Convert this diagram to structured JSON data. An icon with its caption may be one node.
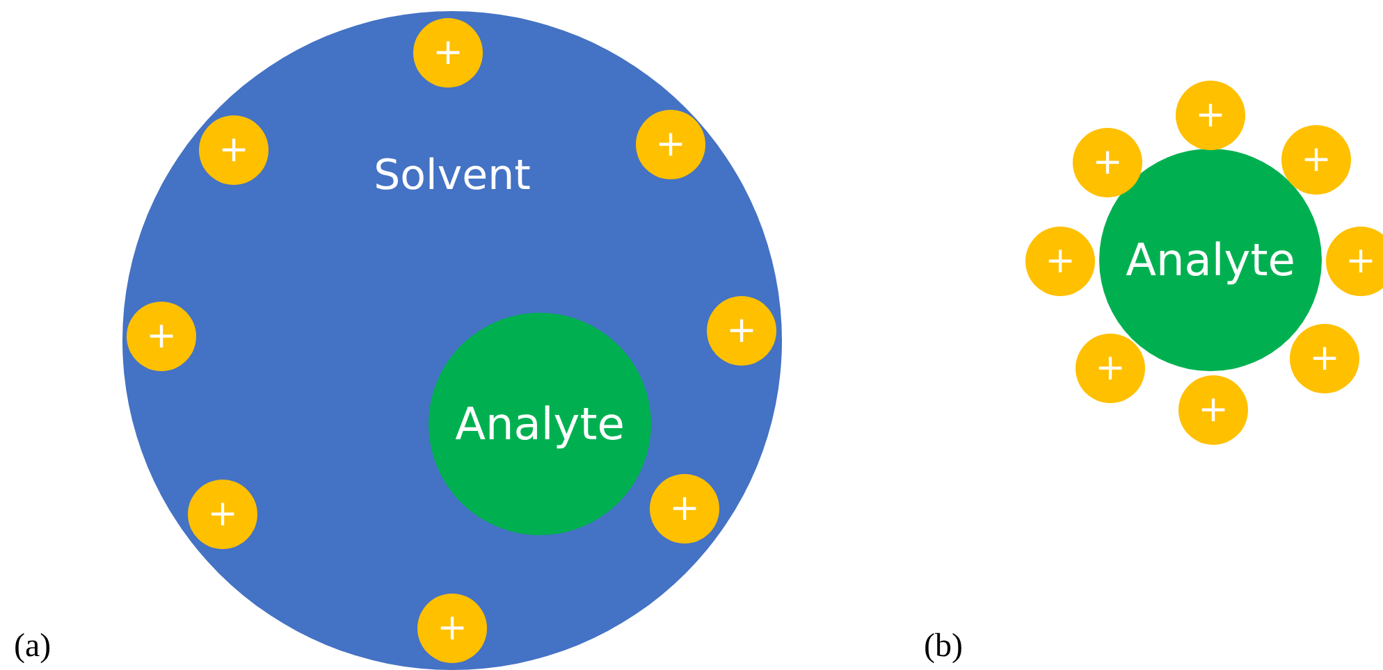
{
  "diagram": {
    "nodes": [
      {
        "text": [
          "Solvent"
        ]
      },
      {
        "text": [
          "Analyte"
        ],
        "in": 0
      },
      {
        "text": [
          "+"
        ],
        "in": 0
      },
      {
        "text": [
          "+"
        ],
        "in": 0
      },
      {
        "text": [
          "+"
        ],
        "in": 0
      },
      {
        "text": [
          "+"
        ],
        "in": 0
      },
      {
        "text": [
          "+"
        ],
        "in": 0
      },
      {
        "text": [
          "+"
        ],
        "in": 0
      },
      {
        "text": [
          "+"
        ],
        "in": 0
      },
      {
        "text": [
          "+"
        ],
        "in": 0
      },
      {
        "text": [
          "Analyte"
        ]
      },
      {
        "text": [
          "+"
        ]
      },
      {
        "text": [
          "+"
        ]
      },
      {
        "text": [
          "+"
        ]
      },
      {
        "text": [
          "+"
        ]
      },
      {
        "text": [
          "+"
        ]
      },
      {
        "text": [
          "+"
        ]
      },
      {
        "text": [
          "+"
        ]
      },
      {
        "text": [
          "+"
        ]
      }
    ],
    "labels": [
      "(a)",
      "(b)"
    ]
  }
}
